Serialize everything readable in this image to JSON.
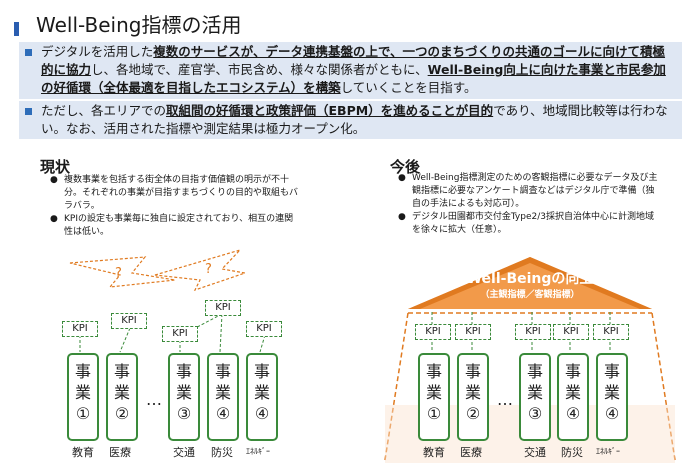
{
  "header": {
    "title": "Well-Being指標の活用"
  },
  "bullets": [
    {
      "segments": [
        {
          "t": "デジタルを活用した",
          "s": "n"
        },
        {
          "t": "複数のサービスが、データ連携基盤の上で、一つのまちづくりの共通のゴールに向けて積極的に協力",
          "s": "bu"
        },
        {
          "t": "し、各地域で、産官学、市民含め、様々な関係者がともに、",
          "s": "n"
        },
        {
          "t": "Well-Being向上に向けた事業と市民参加の好循環（全体最適を目指したエコシステム）を構築",
          "s": "bu"
        },
        {
          "t": "していくことを目指す。",
          "s": "n"
        }
      ]
    },
    {
      "segments": [
        {
          "t": "ただし、各エリアでの",
          "s": "n"
        },
        {
          "t": "取組間の好循環と政策評価（EBPM）を進めることが目的",
          "s": "bu"
        },
        {
          "t": "であり、地域間比較等は行わない。なお、活用された指標や測定結果は極力オープン化。",
          "s": "n"
        }
      ]
    }
  ],
  "left": {
    "heading": "現状",
    "points": [
      "複数事業を包括する街全体の目指す価値観の明示が不十分。それぞれの事業が目指すまちづくりの目的や取組もバラバラ。",
      "KPIの設定も事業毎に独自に設定されており、相互の連関性は低い。"
    ],
    "question": "?",
    "kpi": "KPI",
    "projects": [
      "事\n業\n①",
      "事\n業\n②",
      "事\n業\n③",
      "事\n業\n④",
      "事\n業\n④"
    ],
    "labels": [
      "教育",
      "医療",
      "交通",
      "防災",
      "ｴﾈﾙｷﾞｰ"
    ],
    "dots": "…"
  },
  "right": {
    "heading": "今後",
    "points": [
      "Well-Being指標測定のための客観指標に必要なデータ及び主観指標に必要なアンケート調査などはデジタル庁で準備（独自の手法によるも対応可）。",
      "デジタル田園都市交付金Type2/3採択自治体中心に計測地域を徐々に拡大（任意）。"
    ],
    "roof_title": "Well-Beingの向上",
    "roof_sub": "（主観指標／客観指標）",
    "kpi": "KPI",
    "projects": [
      "事\n業\n①",
      "事\n業\n②",
      "事\n業\n③",
      "事\n業\n④",
      "事\n業\n④"
    ],
    "labels": [
      "教育",
      "医療",
      "交通",
      "防災",
      "ｴﾈﾙｷﾞｰ"
    ],
    "dots": "…"
  },
  "colors": {
    "accent": "#2e6db9",
    "box_bg": "#dfe7f3",
    "green": "#3a8a3a",
    "orange": "#f29a4a",
    "orange_dark": "#e07a20"
  }
}
